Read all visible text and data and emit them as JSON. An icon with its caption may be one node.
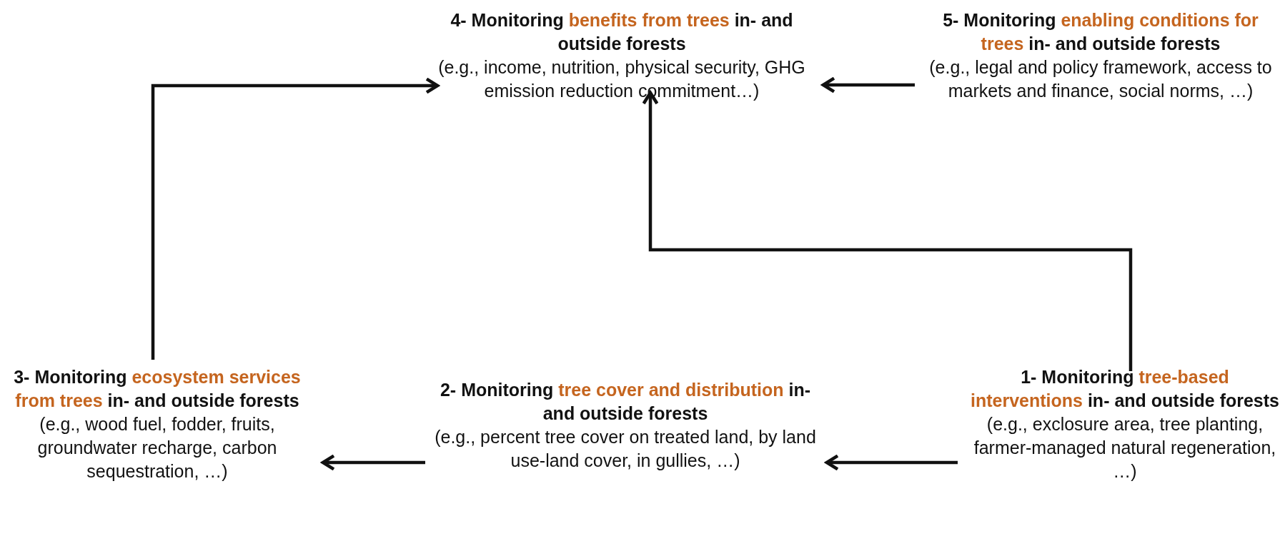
{
  "diagram": {
    "nodes": [
      {
        "text": [
          "4- Monitoring **benefits from trees** in- and outside forests",
          "(e.g., income, nutrition, physical security, GHG emission reduction commitment…)"
        ]
      },
      {
        "text": [
          "5- Monitoring **enabling conditions for trees** in- and outside forests",
          "(e.g., legal and policy framework, access to markets and finance, social norms, …)"
        ]
      },
      {
        "text": [
          "3- Monitoring **ecosystem services from trees** in- and outside forests",
          "(e.g., wood fuel, fodder, fruits, groundwater recharge, carbon sequestration, …)"
        ]
      },
      {
        "text": [
          "2- Monitoring **tree cover and distribution** in- and outside forests",
          "(e.g., percent tree cover on treated land, by land use-land cover, in gullies, …)"
        ]
      },
      {
        "text": [
          "1- Monitoring **tree-based interventions** in- and outside forests",
          "(e.g., exclosure area, tree planting, farmer-managed natural regeneration, …)"
        ]
      }
    ],
    "edges": [
      {
        "from": 2,
        "to": 0,
        "arrow": "to"
      },
      {
        "from": 1,
        "to": 0,
        "arrow": "to"
      },
      {
        "from": 4,
        "to": 0,
        "arrow": "to"
      },
      {
        "from": 4,
        "to": 3,
        "arrow": "to"
      },
      {
        "from": 3,
        "to": 2,
        "arrow": "to"
      }
    ]
  }
}
